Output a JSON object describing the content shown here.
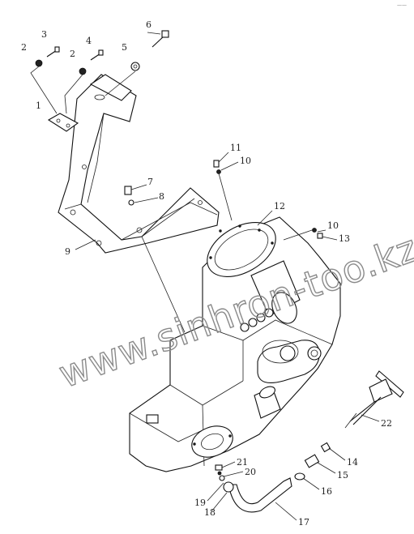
{
  "watermark": "www.sinhron-too.kz",
  "corner_mark": "——",
  "callouts": {
    "c1": "1",
    "c2a": "2",
    "c2b": "2",
    "c3": "3",
    "c4": "4",
    "c5": "5",
    "c6": "6",
    "c7": "7",
    "c8": "8",
    "c9": "9",
    "c10a": "10",
    "c10b": "10",
    "c11": "11",
    "c12": "12",
    "c13": "13",
    "c14": "14",
    "c15": "15",
    "c16": "16",
    "c17": "17",
    "c18": "18",
    "c19": "19",
    "c20": "20",
    "c21": "21",
    "c22": "22"
  }
}
